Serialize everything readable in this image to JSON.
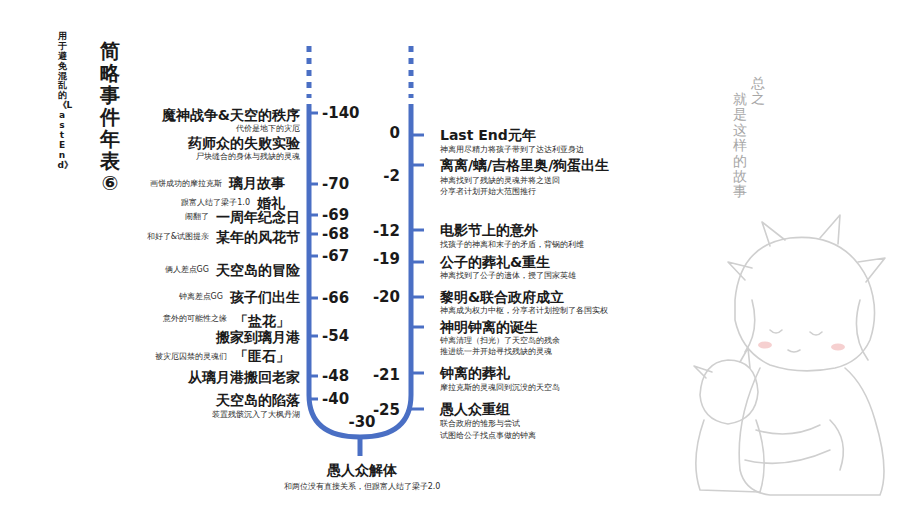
{
  "diagram": {
    "title": "简略事件年表⑥",
    "labels": [
      "用于避免混乱的《Last End》",
      "魔神战争&天空的秩序",
      "代价是地下的灾厄",
      "-140",
      "药师众的失败实验",
      "尸块缝合的身体与残缺的灵魂",
      "画饼成功的摩拉克斯",
      "璃月故事",
      "-70",
      "跟富人结了梁子1.0",
      "婚礼",
      "闹翻了",
      "一周年纪念日",
      "-69",
      "和好了&试图提亲",
      "某年的风花节",
      "-68",
      "-67",
      "俩人差点GG",
      "天空岛的冒险",
      "钟离差点GG",
      "孩子们出生",
      "-66",
      "意外的可能性之缘",
      "「盐花」",
      "搬家到璃月港",
      "-54",
      "被灾厄囚禁的灵魂们",
      "「匪石」",
      "从璃月港搬回老家",
      "-48",
      "天空岛的陷落",
      "装置残骸沉入了大枫丹湖",
      "-40",
      "-30",
      "愚人众解体",
      "和两位没有直接关系，但跟富人结了梁子2.0",
      "0",
      "Last End元年",
      "神离用尽精力将孩子带到了达达利亚身边",
      "离离/螭/吉格里奥/狗蛋出生",
      "-2",
      "神离找到了残缺的灵魂并将之送回",
      "分享者计划开始大范围推行",
      "-12",
      "电影节上的意外",
      "找孩子的神离和末子的矛盾，背锅的利维",
      "-19",
      "公子的葬礼&重生",
      "神离找到了公子的遗体，授了国家英雄",
      "-20",
      "黎明&联合政府成立",
      "神离成为权力中枢，分享者计划控制了各国实权",
      "神明钟离的诞生",
      "钟离清理（扫光）了天空岛的残余",
      "推进统一并开始寻找残缺的灵魂",
      "-21",
      "钟离的葬礼",
      "摩拉克斯的灵魂回到沉没的天空岛",
      "-25",
      "愚人众重组",
      "联合政府的雏形与尝试",
      "试图给公子找点事做的钟离",
      "总之",
      "就是这样的故事"
    ]
  }
}
